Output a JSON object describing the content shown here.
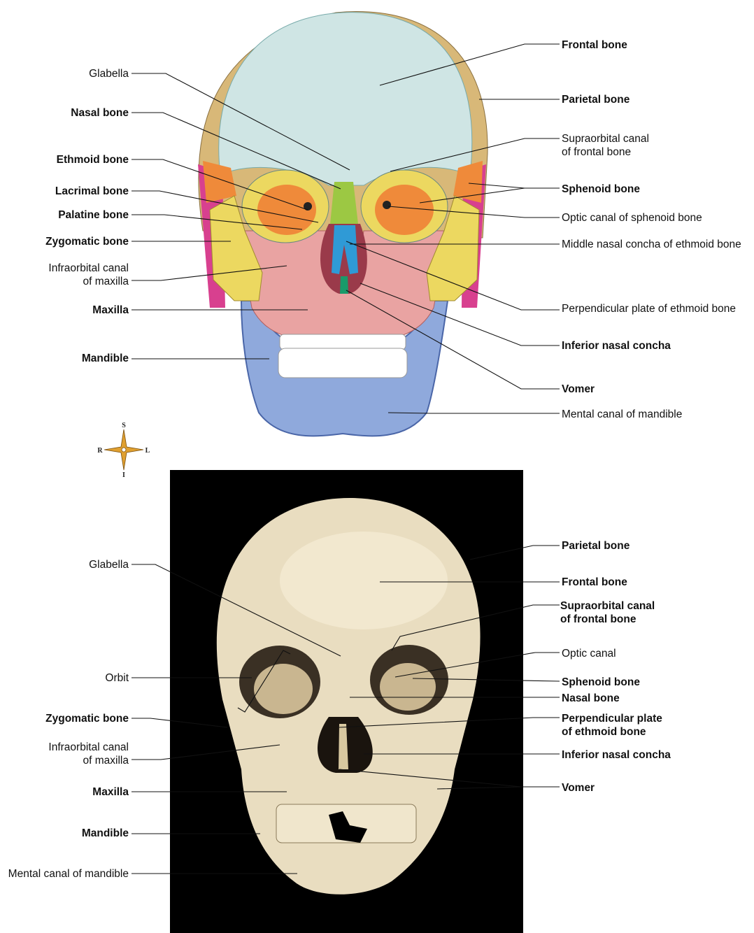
{
  "top_figure": {
    "left_labels": {
      "glabella": "Glabella",
      "nasal_bone": "Nasal bone",
      "ethmoid_bone": "Ethmoid bone",
      "lacrimal_bone": "Lacrimal bone",
      "palatine_bone": "Palatine bone",
      "zygomatic_bone": "Zygomatic bone",
      "infraorbital_1": "Infraorbital canal",
      "infraorbital_2": "of maxilla",
      "maxilla": "Maxilla",
      "mandible": "Mandible"
    },
    "right_labels": {
      "frontal_bone": "Frontal bone",
      "parietal_bone": "Parietal bone",
      "supraorbital_1": "Supraorbital canal",
      "supraorbital_2": "of frontal bone",
      "sphenoid_bone": "Sphenoid bone",
      "optic_canal": "Optic canal of sphenoid bone",
      "middle_nasal_concha": "Middle nasal concha of ethmoid bone",
      "perpendicular_plate": "Perpendicular plate of ethmoid bone",
      "inferior_nasal_concha": "Inferior nasal concha",
      "vomer": "Vomer",
      "mental_canal": "Mental canal of mandible"
    },
    "colors": {
      "frontal": "#cfe5e4",
      "parietal": "#d8b878",
      "sphenoid": "#ef8a3a",
      "temporal": "#d8408f",
      "zygomatic": "#ecd860",
      "maxilla": "#e9a3a2",
      "mandible": "#8fa9dc",
      "nasal": "#9cc843",
      "ethmoid": "#2f9ad6",
      "vomer": "#1a9a6a"
    }
  },
  "compass": {
    "superior": "S",
    "inferior": "I",
    "right": "R",
    "left": "L"
  },
  "bottom_figure": {
    "left_labels": {
      "glabella": "Glabella",
      "orbit": "Orbit",
      "zygomatic_bone": "Zygomatic bone",
      "infraorbital_1": "Infraorbital canal",
      "infraorbital_2": "of maxilla",
      "maxilla": "Maxilla",
      "mandible": "Mandible",
      "mental_canal": "Mental canal of mandible"
    },
    "right_labels": {
      "parietal_bone": "Parietal bone",
      "frontal_bone": "Frontal bone",
      "supraorbital_1": "Supraorbital canal",
      "supraorbital_2": "of frontal bone",
      "optic_canal": "Optic canal",
      "sphenoid_bone": "Sphenoid bone",
      "nasal_bone": "Nasal bone",
      "perpendicular_1": "Perpendicular plate",
      "perpendicular_2": "of ethmoid bone",
      "inferior_nasal_concha": "Inferior nasal concha",
      "vomer": "Vomer"
    }
  }
}
